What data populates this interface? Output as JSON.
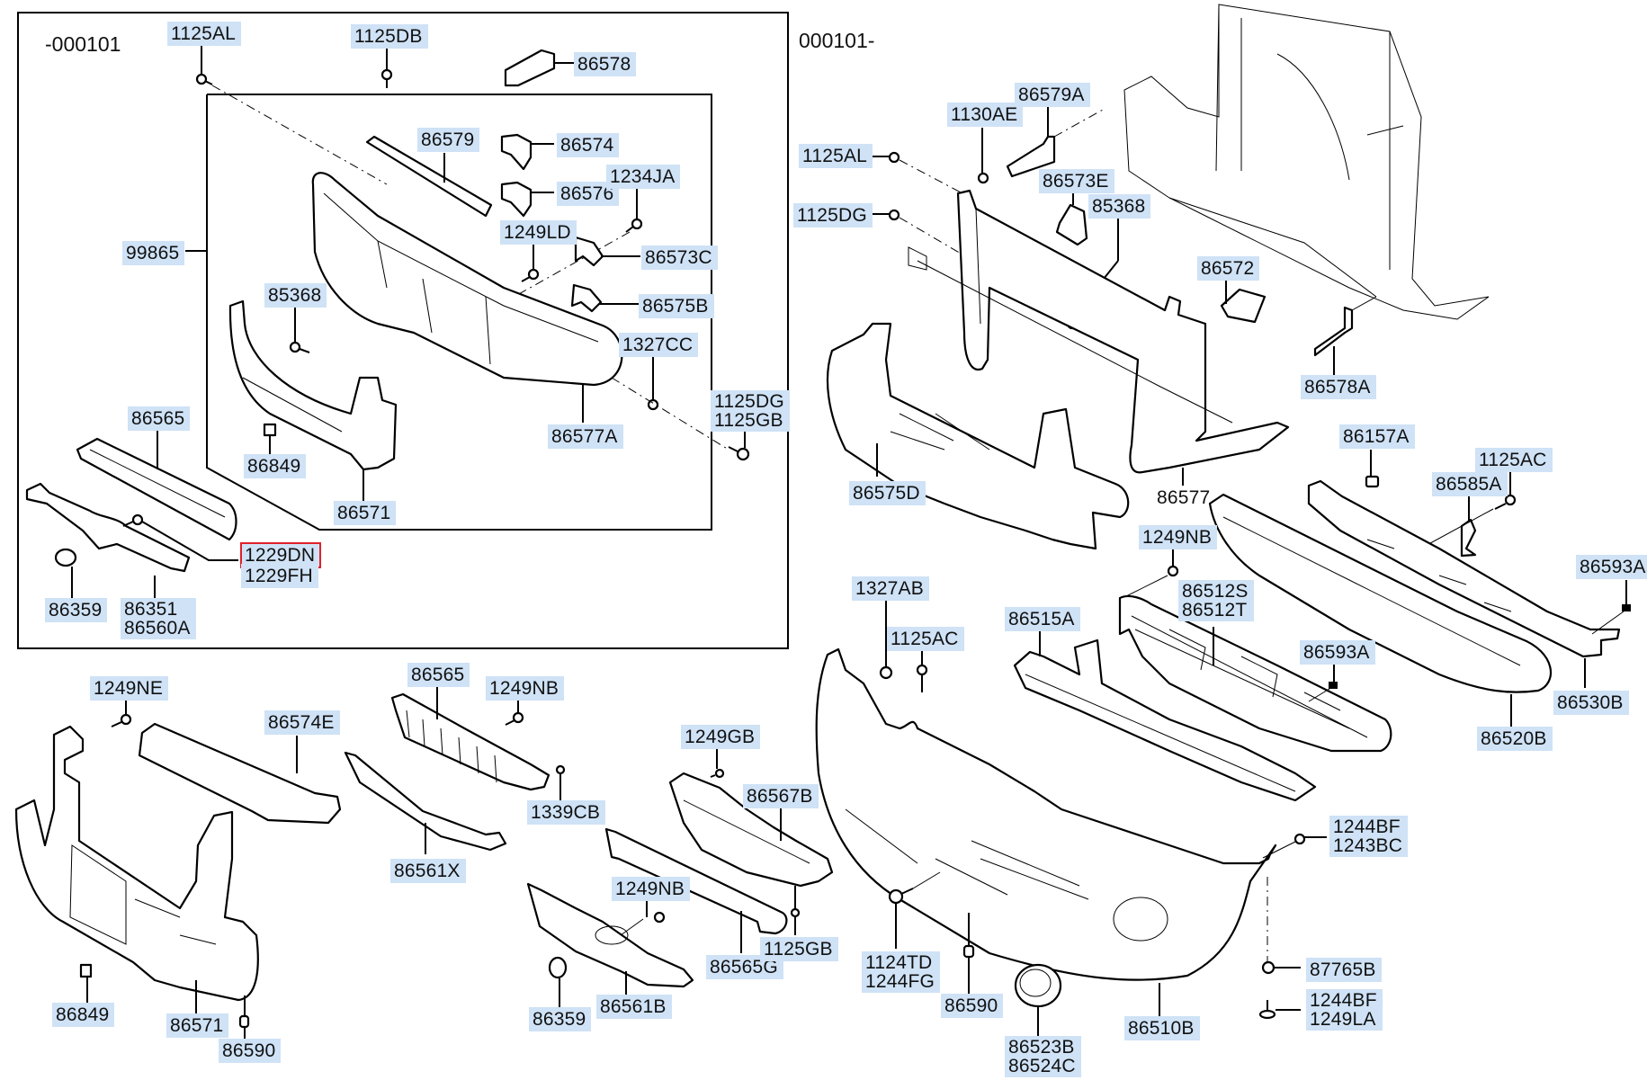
{
  "diagram": {
    "type": "exploded parts diagram",
    "subject": "Front bumper assembly",
    "highlight_color": "#cfe2f6",
    "selection_color": "#e0202a",
    "selected_part": "1229DN"
  },
  "sections": {
    "left_box": {
      "serial_range": "-000101"
    },
    "right_area": {
      "serial_range": "000101-"
    }
  },
  "labels": {
    "l_1125AL": "1125AL",
    "l_1125DB": "1125DB",
    "l_86578": "86578",
    "l_86579": "86579",
    "l_86574": "86574",
    "l_86576": "86576",
    "l_1234JA": "1234JA",
    "l_1249LD": "1249LD",
    "l_86573C": "86573C",
    "l_99865": "99865",
    "l_86575B": "86575B",
    "l_85368_a": "85368",
    "l_1327CC": "1327CC",
    "l_1125DG_GB": "1125DG\n1125GB",
    "l_86565_a": "86565",
    "l_86849_a": "86849",
    "l_86577A": "86577A",
    "l_86571_a": "86571",
    "l_1229DN": "1229DN",
    "l_1229FH": "1229FH",
    "l_86359_a": "86359",
    "l_86351": "86351\n86560A",
    "l_86579A": "86579A",
    "l_1130AE": "1130AE",
    "l_1125AL_b": "1125AL",
    "l_86573E": "86573E",
    "l_85368_b": "85368",
    "l_1125DG_b": "1125DG",
    "l_86572": "86572",
    "l_86578A": "86578A",
    "l_86575D": "86575D",
    "l_86577": "86577",
    "l_86157A": "86157A",
    "l_1125AC_a": "1125AC",
    "l_86585A": "86585A",
    "l_1249NB_a": "1249NB",
    "l_86593A_a": "86593A",
    "l_86512": "86512S\n86512T",
    "l_1327AB": "1327AB",
    "l_86515A": "86515A",
    "l_1125AC_b": "1125AC",
    "l_86593A_b": "86593A",
    "l_86530B": "86530B",
    "l_86520B": "86520B",
    "l_1249NE": "1249NE",
    "l_86574E": "86574E",
    "l_86565_b": "86565",
    "l_1249NB_b": "1249NB",
    "l_1339CB": "1339CB",
    "l_86561X": "86561X",
    "l_1249GB": "1249GB",
    "l_86567B": "86567B",
    "l_1244BF_1243BC": "1244BF\n1243BC",
    "l_1249NB_c": "1249NB",
    "l_86565G": "86565G",
    "l_1125GB": "1125GB",
    "l_1124TD": "1124TD\n1244FG",
    "l_86849_b": "86849",
    "l_86571_b": "86571",
    "l_86590_a": "86590",
    "l_86359_b": "86359",
    "l_86561B": "86561B",
    "l_86590_b": "86590",
    "l_86523B": "86523B\n86524C",
    "l_86510B": "86510B",
    "l_87765B": "87765B",
    "l_1244BF_1249LA": "1244BF\n1249LA"
  }
}
